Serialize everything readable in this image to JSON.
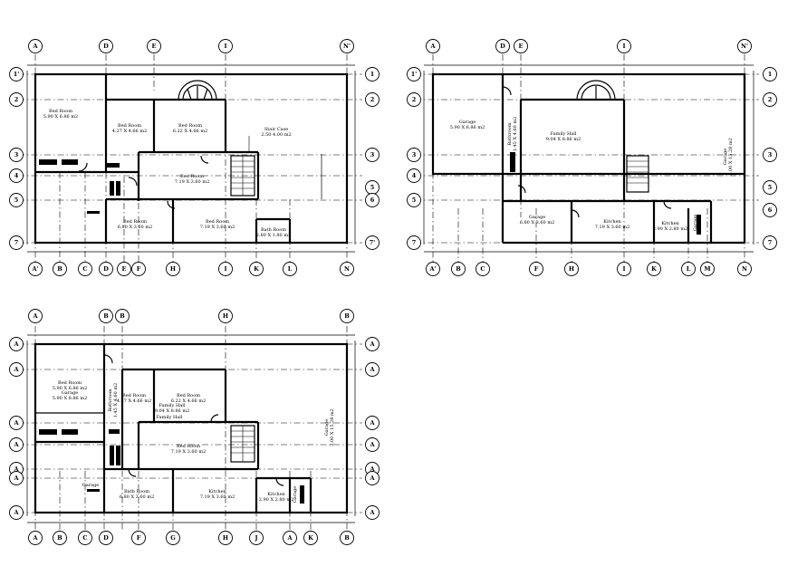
{
  "plans": [
    {
      "id": "plan-1",
      "top_labels": [
        "A",
        "D",
        "E",
        "I",
        "N'"
      ],
      "bottom_labels": [
        "A'",
        "B",
        "C",
        "D",
        "E",
        "F",
        "H",
        "I",
        "K",
        "L",
        "N"
      ],
      "left_labels": [
        "1'",
        "2",
        "3",
        "4",
        "5",
        "7"
      ],
      "right_labels": [
        "1",
        "2",
        "3",
        "5",
        "6",
        "7'"
      ],
      "rooms": [
        {
          "name": "Bed Room",
          "size": "5.90 X 6.86 m2"
        },
        {
          "name": "Bed Room",
          "size": "4.27 X 4.66 m2"
        },
        {
          "name": "Bed Room",
          "size": "6.22 X 4.66 m2"
        },
        {
          "name": "Stair Case",
          "size": "2.50 4.00 m2"
        },
        {
          "name": "Bed Room",
          "size": "7.19 X 3.60 m2"
        },
        {
          "name": "Bed Room",
          "size": "6.80 X 3.60 m2"
        },
        {
          "name": "Bed Room",
          "size": "7.19 X 3.60 m2"
        },
        {
          "name": "Bath Room",
          "size": "2.80 X 1.80 m2"
        }
      ]
    },
    {
      "id": "plan-2",
      "top_labels": [
        "A",
        "D",
        "E",
        "I",
        "N'"
      ],
      "bottom_labels": [
        "A'",
        "B",
        "C",
        "F",
        "H",
        "I",
        "K",
        "L",
        "M",
        "N"
      ],
      "left_labels": [
        "1'",
        "2",
        "3",
        "4",
        "5",
        "7"
      ],
      "right_labels": [
        "1",
        "2",
        "3",
        "5",
        "6",
        "7"
      ],
      "rooms": [
        {
          "name": "Garage",
          "size": "5.90 X 6.86 m2"
        },
        {
          "name": "Bathroom",
          "size": "1.45 X 4.60 m2"
        },
        {
          "name": "Family Hall",
          "size": "9.04 X 8.86 m2"
        },
        {
          "name": "Garage",
          "size": "3.00 X 15.28 m2"
        },
        {
          "name": "Garage",
          "size": "6.80 X 3.60 m2"
        },
        {
          "name": "Kitchen",
          "size": "7.19 X 3.60 m2"
        },
        {
          "name": "Kitchen",
          "size": "2.90 X 2.80 m2"
        },
        {
          "name": "Garage",
          "size": ""
        }
      ]
    },
    {
      "id": "plan-3",
      "top_labels": [
        "A",
        "B",
        "B",
        "H",
        "B"
      ],
      "bottom_labels": [
        "A",
        "B",
        "C",
        "D",
        "F",
        "G",
        "H",
        "J",
        "A",
        "K",
        "B"
      ],
      "left_labels": [
        "A",
        "A",
        "A",
        "A",
        "A",
        "A",
        "A"
      ],
      "right_labels": [
        "A",
        "A",
        "A",
        "A",
        "A",
        "A",
        "A"
      ],
      "rooms": [
        {
          "name": "Bed Room",
          "size": "5.90 X 6.86 m2"
        },
        {
          "name": "Garage",
          "size": "5.90 X 8.86 m2"
        },
        {
          "name": "Bathroom",
          "size": "1.45 X 4.60 m2"
        },
        {
          "name": "Bed Room",
          "size": "4.27 X 4.66 m2"
        },
        {
          "name": "Bed Room",
          "size": "6.22 X 4.66 m2"
        },
        {
          "name": "Family Hall",
          "size": "9.04 X 8.86 m2"
        },
        {
          "name": "Family Hall",
          "size": ""
        },
        {
          "name": "Bed Room",
          "size": "7.19 X 3.60 m2"
        },
        {
          "name": "Garage",
          "size": "3.00 X 15.28 m2"
        },
        {
          "name": "Garage",
          "size": ""
        },
        {
          "name": "Bath Room",
          "size": "6.80 X 3.60 m2"
        },
        {
          "name": "Kitchen",
          "size": "7.19 X 3.60 m2"
        },
        {
          "name": "Kitchen",
          "size": "2.90 X 2.80 m2"
        },
        {
          "name": "Garage",
          "size": ""
        }
      ]
    }
  ]
}
